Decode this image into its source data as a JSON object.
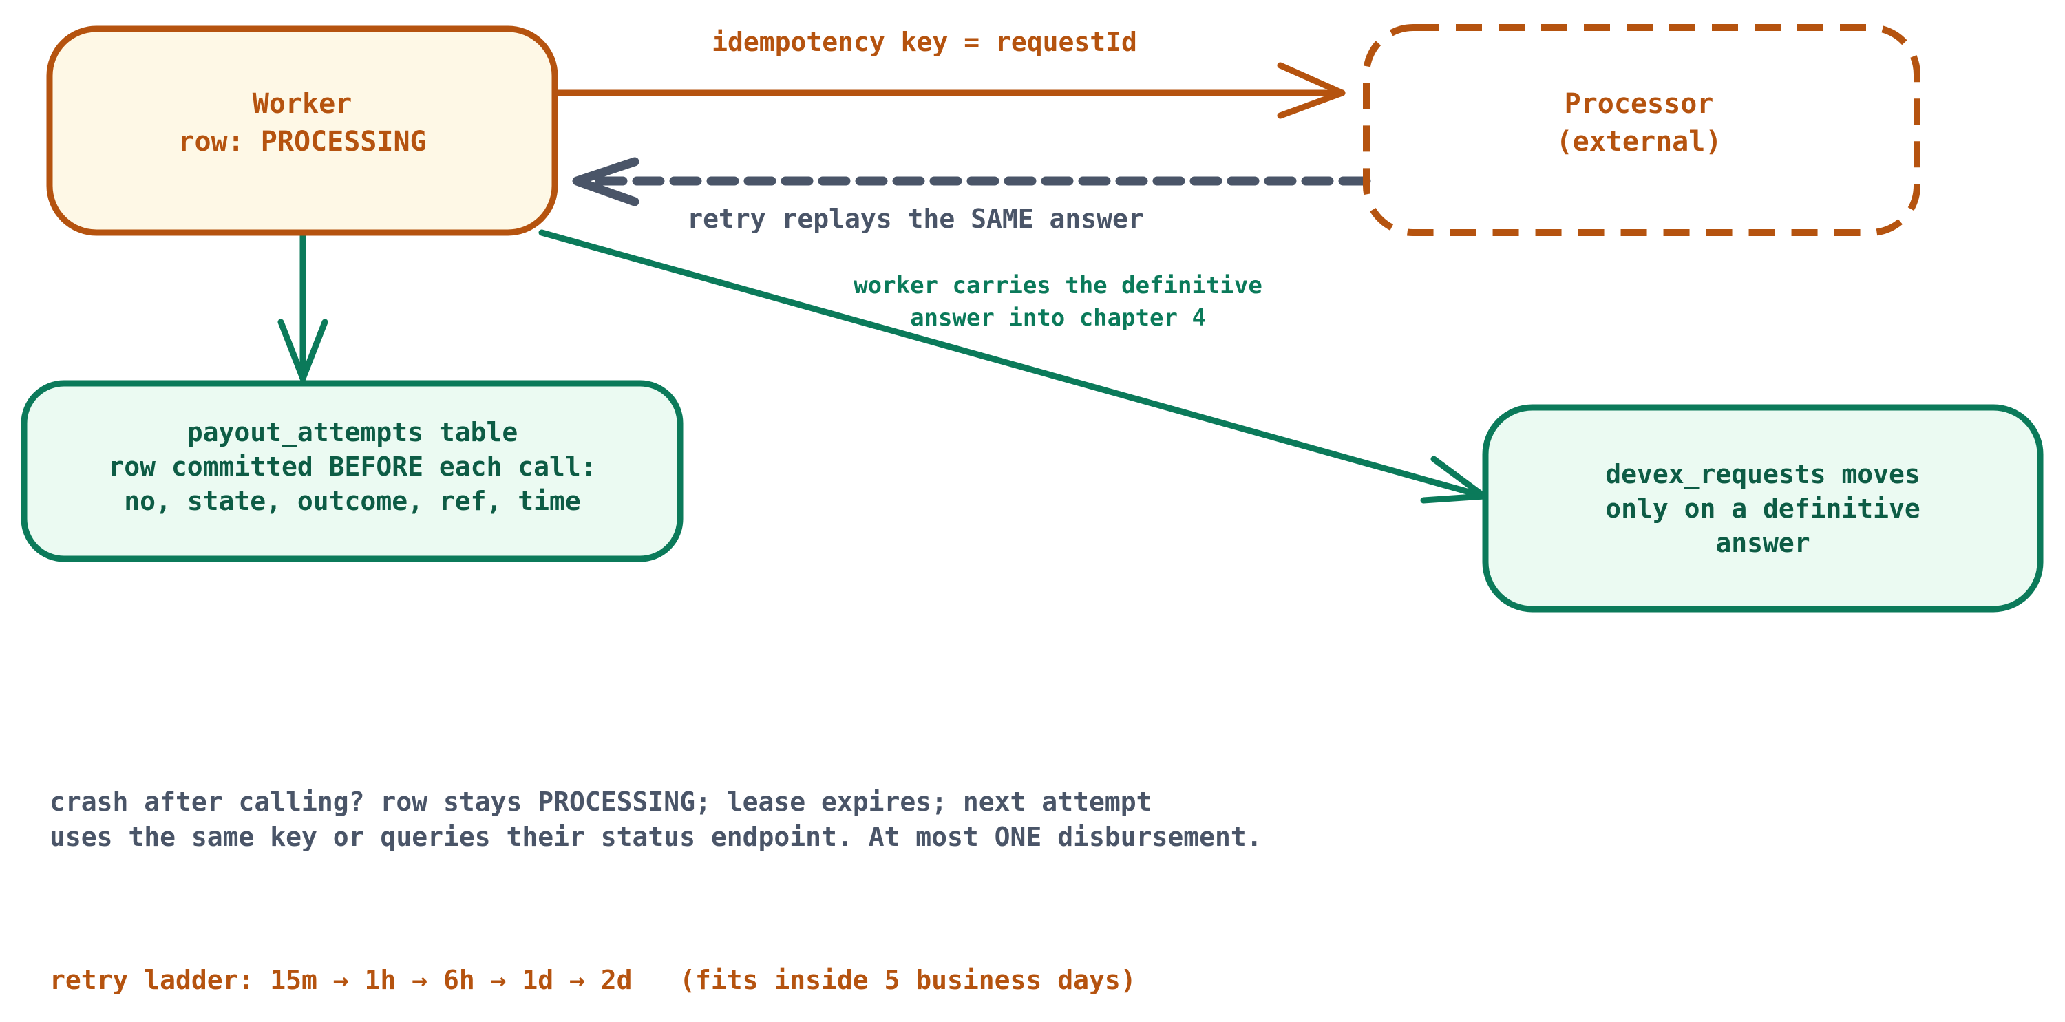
{
  "colors": {
    "orange": "#b5530f",
    "green": "#0b7a5a",
    "slate": "#4a5568",
    "worker_fill": "#fef8e6",
    "green_fill": "#ebfaf2"
  },
  "nodes": {
    "worker": {
      "line1": "Worker",
      "line2": "row: PROCESSING"
    },
    "processor": {
      "line1": "Processor",
      "line2": "(external)"
    },
    "payout": {
      "line1": "payout_attempts table",
      "line2": "row committed BEFORE each call:",
      "line3": "no, state, outcome, ref, time"
    },
    "devex": {
      "line1": "devex_requests moves",
      "line2": "only on a definitive",
      "line3": "answer"
    }
  },
  "edges": {
    "idempotency": "idempotency key = requestId",
    "retry_replay": "retry replays the SAME answer",
    "carry_line1": "worker carries the definitive",
    "carry_line2": "answer into chapter 4"
  },
  "notes": {
    "crash_line1": "crash after calling? row stays PROCESSING; lease expires; next attempt",
    "crash_line2": "uses the same key or queries their status endpoint. At most ONE disbursement.",
    "ladder": "retry ladder: 15m → 1h → 6h → 1d → 2d   (fits inside 5 business days)"
  }
}
